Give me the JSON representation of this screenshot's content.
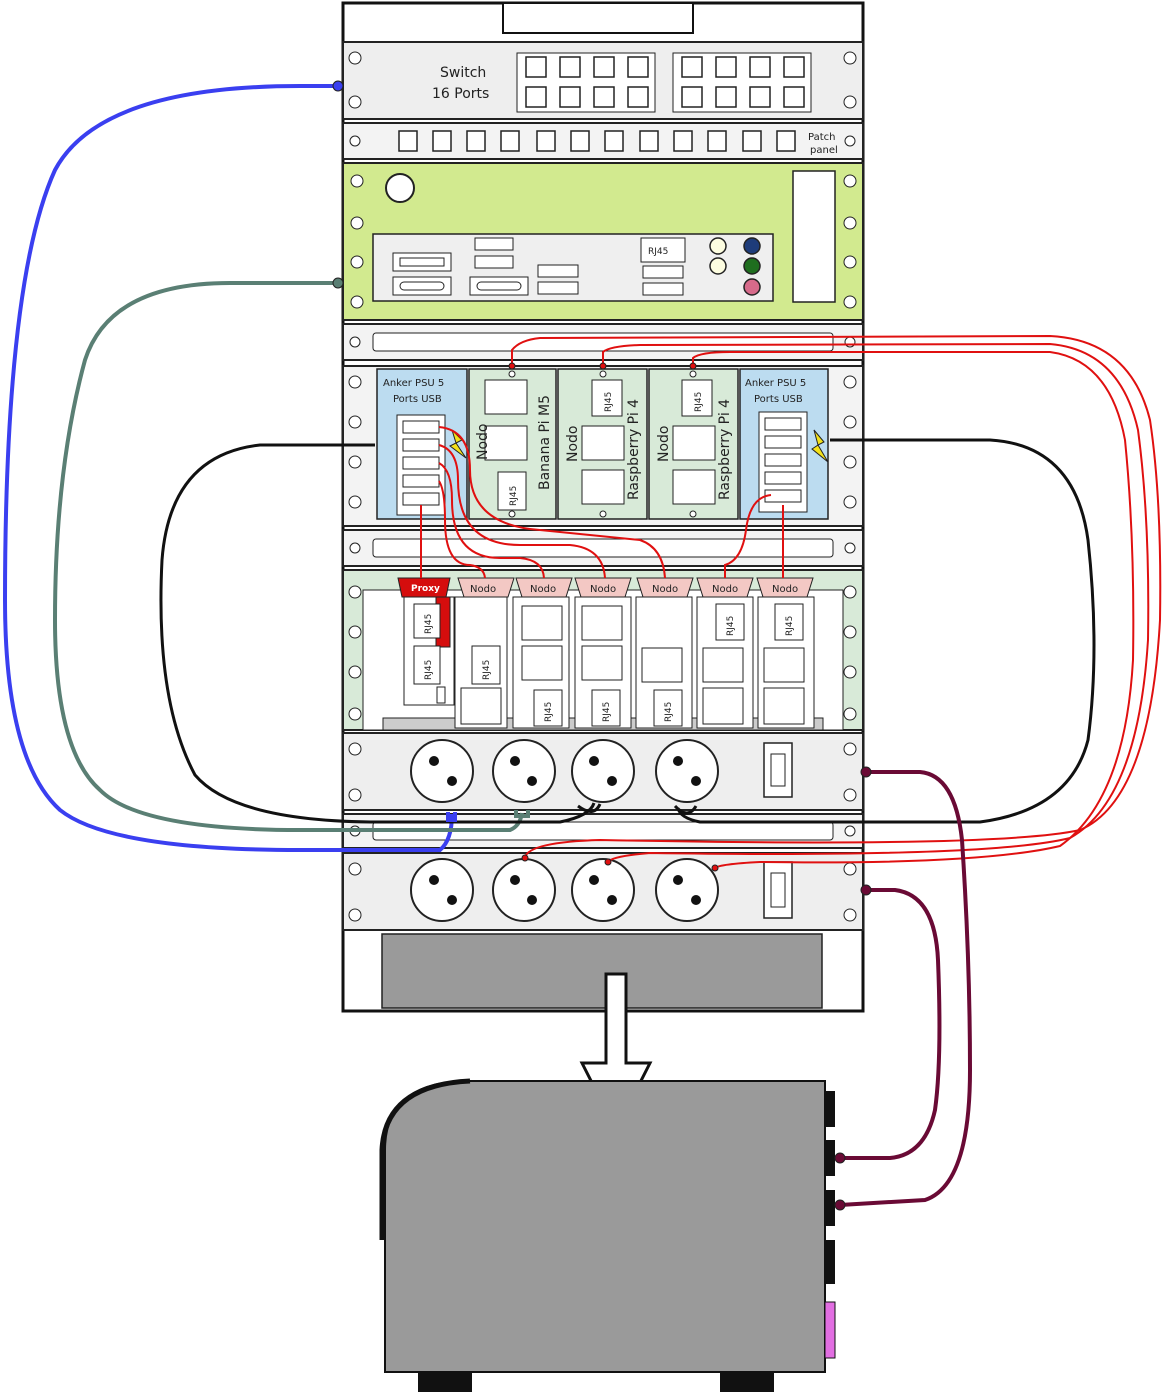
{
  "switch": {
    "line1": "Switch",
    "line2": "16 Ports"
  },
  "patch_panel": {
    "line1": "Patch",
    "line2": "panel"
  },
  "server": {
    "rj45": "RJ45"
  },
  "psu_left": {
    "line1": "Anker PSU 5",
    "line2": "Ports USB"
  },
  "psu_right": {
    "line1": "Anker PSU 5",
    "line2": "Ports USB"
  },
  "nodes_upper": [
    {
      "role": "Nodo",
      "model": "Banana Pi M5",
      "rj45": "RJ45"
    },
    {
      "role": "Nodo",
      "model": "Raspberry Pi 4",
      "rj45": "RJ45"
    },
    {
      "role": "Nodo",
      "model": "Raspberry Pi 4",
      "rj45": "RJ45"
    }
  ],
  "blade_tags": [
    "Proxy",
    "Nodo",
    "Nodo",
    "Nodo",
    "Nodo",
    "Nodo",
    "Nodo"
  ],
  "rj45": "RJ45",
  "colors": {
    "switch_cable": "#3a3ff0",
    "server_cable": "#5a7f74",
    "usb_power_cable": "#e01010",
    "mains_cable": "#000000",
    "ups_cable": "#6a0a35",
    "server_face": "#d2ea8f",
    "psu_face": "#bcdcf0",
    "node_face": "#d8ead8",
    "proxy_tag": "#d50d0d",
    "node_tag": "#f3c8c4",
    "ups_body": "#9a9a9a"
  }
}
